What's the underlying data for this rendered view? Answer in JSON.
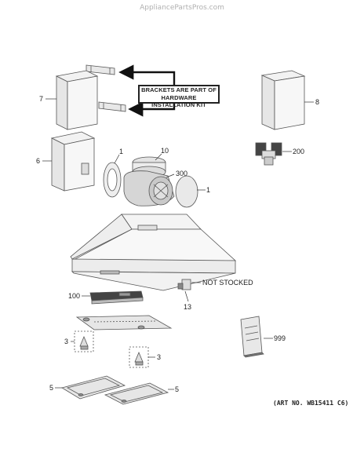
{
  "header": {
    "site": "AppliancePartsPros.com"
  },
  "callout": {
    "line1": "BRACKETS ARE PART OF",
    "line2": "HARDWARE INSTALLATION KIT"
  },
  "part_labels": {
    "p7": "7",
    "p8": "8",
    "p6": "6",
    "p1a": "1",
    "p10": "10",
    "p300": "300",
    "p1b": "1",
    "p200": "200",
    "not_stocked": "NOT STOCKED",
    "p13": "13",
    "p100": "100",
    "p3a": "3",
    "p3b": "3",
    "p999": "999",
    "p5a": "5",
    "p5b": "5"
  },
  "footer": {
    "art_no": "(ART NO. WB15411 C6)"
  }
}
